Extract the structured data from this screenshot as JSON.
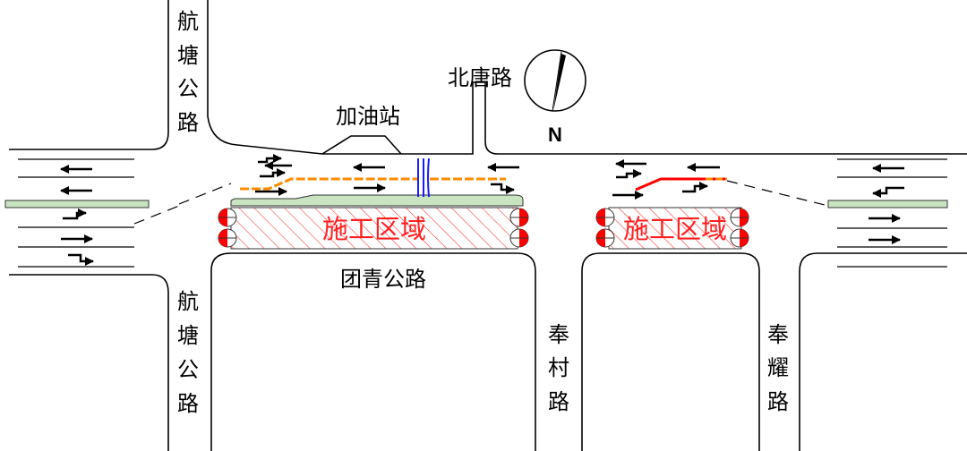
{
  "labels": {
    "hangtang_north": [
      "航",
      "塘",
      "公",
      "路"
    ],
    "hangtang_south": [
      "航",
      "塘",
      "公",
      "路"
    ],
    "beitang": "北唐路",
    "gas_station": "加油站",
    "tuanqing": "团青公路",
    "fengcun": [
      "奉",
      "村",
      "路"
    ],
    "fengyao": [
      "奉",
      "耀",
      "路"
    ],
    "north": "N"
  },
  "work_zones": [
    "施工区域",
    "施工区域"
  ],
  "colors": {
    "work_zone_text": "#ff2020",
    "hatch": "#ff4040",
    "median": "#c8e4c0",
    "cone_orange": "#ff8c00",
    "cone_red": "#ff0000",
    "separator_blue": "#1a1aff"
  }
}
